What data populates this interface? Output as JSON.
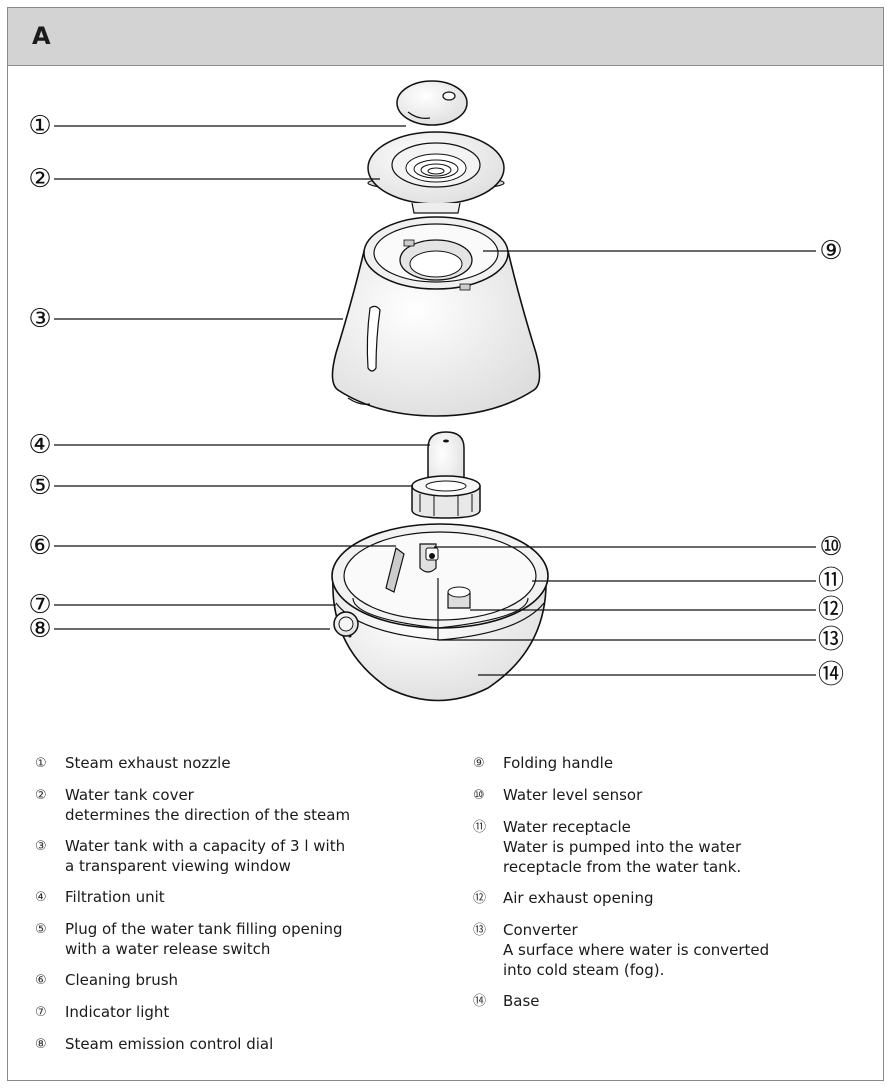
{
  "header": {
    "title": "A"
  },
  "callouts": [
    {
      "num": "1",
      "glyph": "①"
    },
    {
      "num": "2",
      "glyph": "②"
    },
    {
      "num": "3",
      "glyph": "③"
    },
    {
      "num": "4",
      "glyph": "④"
    },
    {
      "num": "5",
      "glyph": "⑤"
    },
    {
      "num": "6",
      "glyph": "⑥"
    },
    {
      "num": "7",
      "glyph": "⑦"
    },
    {
      "num": "8",
      "glyph": "⑧"
    },
    {
      "num": "9",
      "glyph": "⑨"
    },
    {
      "num": "10",
      "glyph": "⑩"
    },
    {
      "num": "11",
      "glyph": "⑪"
    },
    {
      "num": "12",
      "glyph": "⑫"
    },
    {
      "num": "13",
      "glyph": "⑬"
    },
    {
      "num": "14",
      "glyph": "⑭"
    }
  ],
  "legend": {
    "left": [
      {
        "glyph": "①",
        "lines": [
          "Steam exhaust nozzle"
        ]
      },
      {
        "glyph": "②",
        "lines": [
          "Water tank cover",
          "determines the direction of the steam"
        ]
      },
      {
        "glyph": "③",
        "lines": [
          "Water tank with a capacity of 3 l with",
          "a transparent viewing window"
        ]
      },
      {
        "glyph": "④",
        "lines": [
          "Filtration unit"
        ]
      },
      {
        "glyph": "⑤",
        "lines": [
          "Plug of the water tank filling opening",
          "with a water release switch"
        ]
      },
      {
        "glyph": "⑥",
        "lines": [
          "Cleaning brush"
        ]
      },
      {
        "glyph": "⑦",
        "lines": [
          "Indicator light"
        ]
      },
      {
        "glyph": "⑧",
        "lines": [
          "Steam emission control dial"
        ]
      }
    ],
    "right": [
      {
        "glyph": "⑨",
        "lines": [
          "Folding handle"
        ]
      },
      {
        "glyph": "⑩",
        "lines": [
          "Water level sensor"
        ]
      },
      {
        "glyph": "⑪",
        "lines": [
          "Water receptacle",
          "Water is pumped into the water",
          "receptacle from the water tank."
        ]
      },
      {
        "glyph": "⑫",
        "lines": [
          "Air exhaust opening"
        ]
      },
      {
        "glyph": "⑬",
        "lines": [
          "Converter",
          "A surface where water is converted",
          "into cold steam (fog)."
        ]
      },
      {
        "glyph": "⑭",
        "lines": [
          "Base"
        ]
      }
    ]
  }
}
